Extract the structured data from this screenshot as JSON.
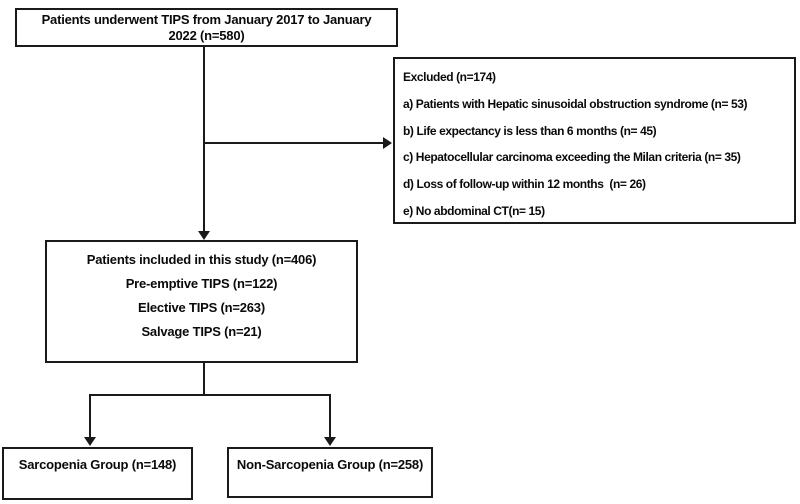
{
  "diagram": {
    "top_box": {
      "lines": [
        "Patients underwent TIPS from January 2017 to January",
        "2022 (n=580)"
      ]
    },
    "excluded_box": {
      "title": "Excluded (n=174)",
      "items": [
        "a) Patients with Hepatic sinusoidal obstruction syndrome (n= 53)",
        "b) Life expectancy is less than 6 months (n= 45)",
        "c) Hepatocellular carcinoma exceeding the Milan criteria (n= 35)",
        "d) Loss of follow-up within 12 months  (n= 26)",
        "e) No abdominal CT(n= 15)"
      ]
    },
    "included_box": {
      "lines": [
        "Patients included in this study (n=406)",
        "Pre-emptive TIPS (n=122)",
        "Elective TIPS (n=263)",
        "Salvage TIPS (n=21)"
      ]
    },
    "sarcopenia_box": {
      "label": "Sarcopenia Group (n=148)"
    },
    "non_sarcopenia_box": {
      "label": "Non-Sarcopenia Group (n=258)"
    },
    "colors": {
      "line": "#1a1a1a",
      "border": "#1a1a1a",
      "text": "#0a0a0a",
      "background": "#ffffff"
    }
  }
}
